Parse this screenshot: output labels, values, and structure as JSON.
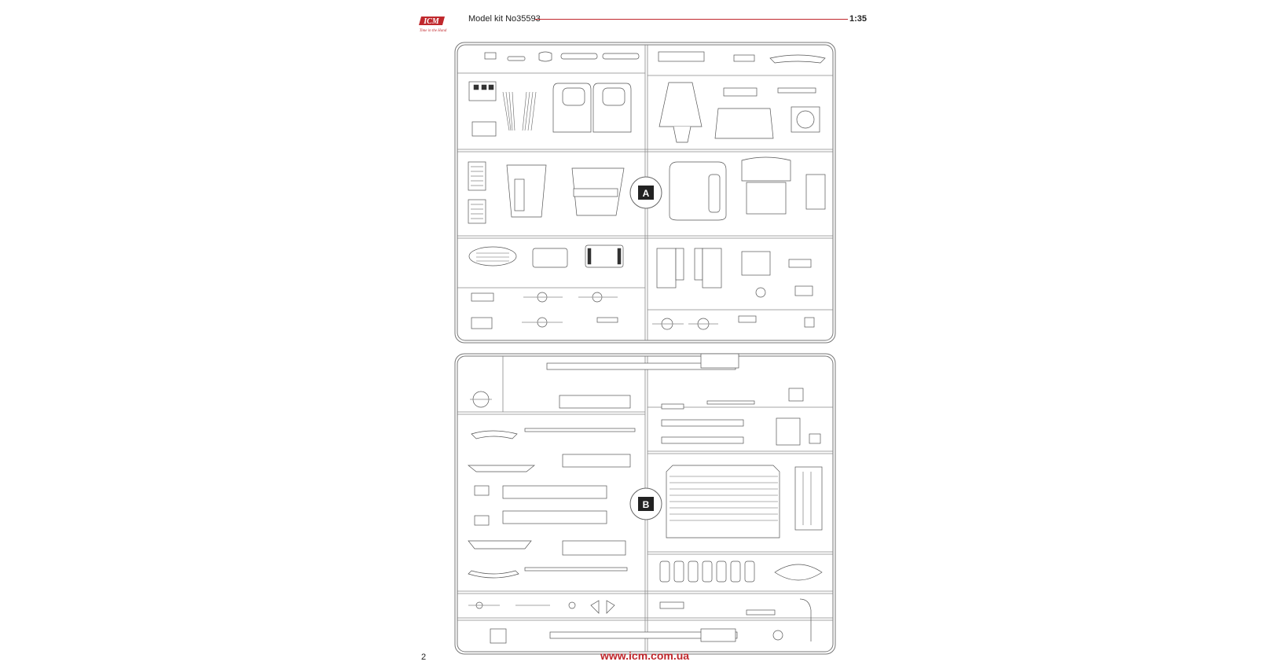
{
  "header": {
    "brand": "ICM",
    "brand_tagline": "Time in the Hand",
    "model_label": "Model kit No35593",
    "scale": "1:35"
  },
  "footer": {
    "page_number": "2",
    "website": "www.icm.com.ua"
  },
  "sprues": [
    {
      "letter": "A"
    },
    {
      "letter": "B"
    }
  ],
  "colors": {
    "brand_red": "#c0282d",
    "line": "#777777"
  }
}
